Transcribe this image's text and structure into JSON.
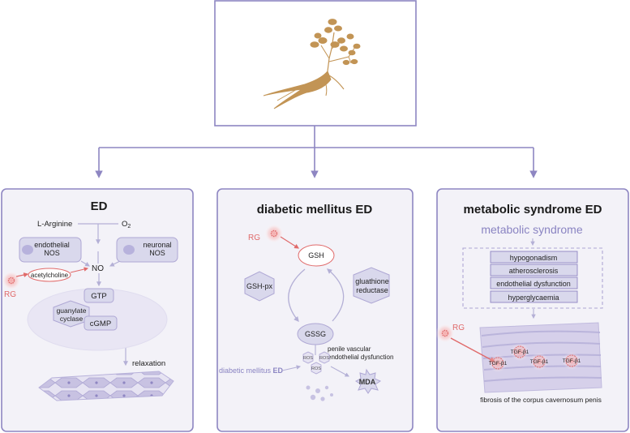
{
  "panels": {
    "left": {
      "title": "ED"
    },
    "middle": {
      "title": "diabetic mellitus ED"
    },
    "right": {
      "title": "metabolic syndrome ED"
    }
  },
  "ed": {
    "l_arginine": "L-Arginine",
    "o2": "O",
    "o2_sub": "2",
    "enos_line1": "endothelial",
    "enos_line2": "NOS",
    "nnos_line1": "neuronal",
    "nnos_line2": "NOS",
    "no": "NO",
    "acetylcholine": "acetylcholine",
    "rg": "RG",
    "gtp": "GTP",
    "gc_line1": "guanylate",
    "gc_line2": "cyclase",
    "cgmp": "cGMP",
    "relaxation": "relaxation"
  },
  "dm": {
    "rg": "RG",
    "gsh": "GSH",
    "gshpx": "GSH-px",
    "gr_line1": "gluathione",
    "gr_line2": "reductase",
    "gssg": "GSSG",
    "ros": "ROS",
    "penile_line1": "penile vascular",
    "penile_line2": "endothelial dysfunction",
    "dm_label": "diabetic mellitus",
    "dm_ed": "ED",
    "mda": "MDA"
  },
  "ms": {
    "subtitle": "metabolic syndrome",
    "items": [
      "hypogonadism",
      "atherosclerosis",
      "endothelial dysfunction",
      "hyperglycaemia"
    ],
    "rg": "RG",
    "tgf": "TGF-β1",
    "fibrosis": "fibrosis of the corpus cavernosum penis"
  },
  "colors": {
    "border": "#8e86c2",
    "panel_bg": "#f3f2f8",
    "node_fill": "#d9d8ec",
    "accent_red": "#e06a6a",
    "ginseng": "#c29455",
    "muted_purple": "#8a84c2"
  }
}
